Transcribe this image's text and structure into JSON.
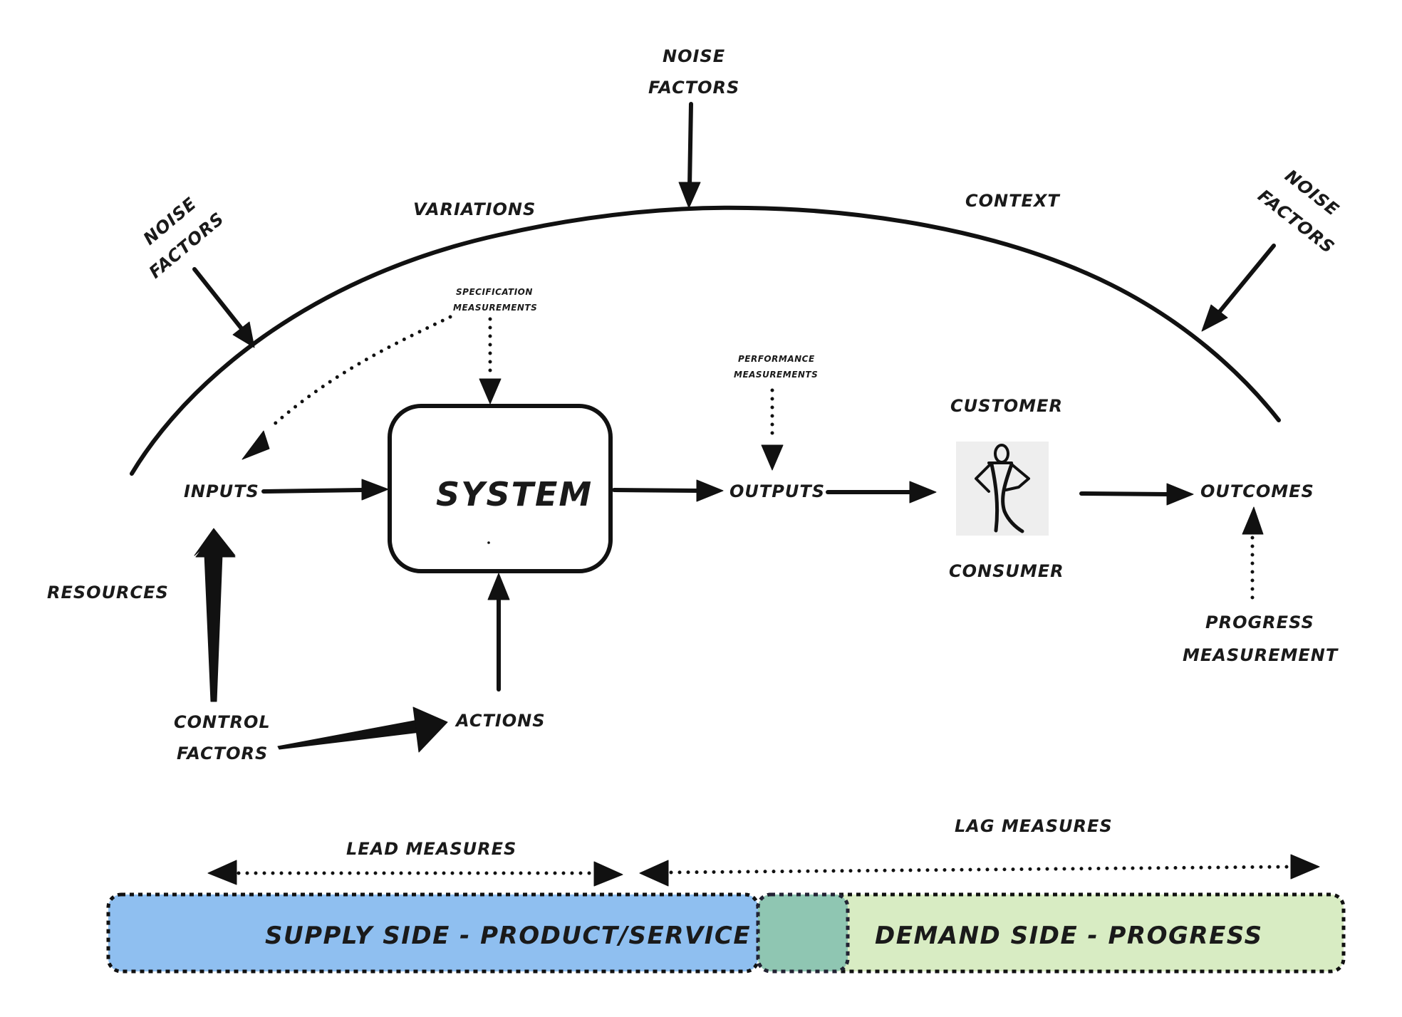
{
  "diagram": {
    "arc_labels": {
      "variations": "Variations",
      "context": "Context"
    },
    "noise_factors": {
      "left": [
        "Noise",
        "Factors"
      ],
      "top": [
        "Noise",
        "Factors"
      ],
      "right": [
        "Noise",
        "Factors"
      ]
    },
    "specification_measurements": [
      "Specification",
      "measurements"
    ],
    "performance_measurements": [
      "Performance",
      "measurements"
    ],
    "nodes": {
      "inputs": "Inputs",
      "system": "System",
      "outputs": "Outputs",
      "customer": "Customer",
      "consumer": "Consumer",
      "outcomes": "Outcomes",
      "resources": "Resources",
      "control_factors": [
        "Control",
        "Factors"
      ],
      "actions": "Actions"
    },
    "progress_measurement": [
      "Progress",
      "measurement"
    ],
    "measures": {
      "lead": "Lead measures",
      "lag": "Lag measures"
    },
    "bands": {
      "supply": "Supply side - product/service",
      "demand": "Demand side - progress"
    },
    "colors": {
      "supply": "#8fbff0",
      "overlap": "#8fc6b2",
      "demand": "#d8ecc3",
      "ink": "#111111",
      "figure_bg": "#eeeeee"
    },
    "figure_icon": "stick-figure-person-icon"
  }
}
